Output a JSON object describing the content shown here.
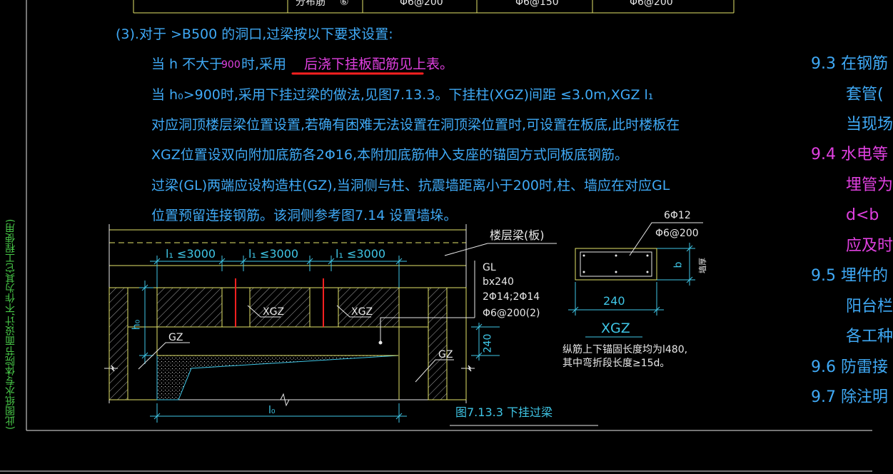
{
  "table_row": {
    "col1": "分布筋",
    "col2": "⑥",
    "col3": "Φ6@200",
    "col4": "Φ6@150",
    "col5": "Φ6@200"
  },
  "notes": {
    "item3_heading": "(3).对于  >B500 的洞口,过梁按以下要求设置:",
    "line1_a": "当 h 不大于",
    "line1_b": "900",
    "line1_c": "时,采用",
    "line1_highlight": "后浇下挂板配筋见上表。",
    "line2": "当 h₀>900时,采用下挂过梁的做法,见图7.13.3。下挂柱(XGZ)间距  ≤3.0m,XGZ  l₁",
    "line3": "对应洞顶楼层梁位置设置,若确有困难无法设置在洞顶梁位置时,可设置在板底,此时楼板在",
    "line4": "XGZ位置设双向附加底筋各2Φ16,本附加底筋伸入支座的锚固方式同板底钢筋。",
    "line5": "过梁(GL)两端应设构造柱(GZ),当洞侧与柱、抗震墙距离小于200时,柱、墙应在对应GL",
    "line6": "位置预留连接钢筋。该洞侧参考图7.14 设置墙垛。"
  },
  "right_notes": {
    "n93": "9.3  在钢筋",
    "n93a": "套管(",
    "n93b": "当现场",
    "n94": "9.4  水电等",
    "n94a": "埋管为",
    "n94b": "d<b",
    "n94c": "应及时",
    "n95": "9.5  埋件的",
    "n95a": "阳台栏",
    "n95b": "各工种",
    "n96": "9.6  防雷接",
    "n97": "9.7  除注明"
  },
  "side_note": "(此图纸水专体院节面设计,不作为其它工程使用)",
  "drawing": {
    "floor_beam_label": "楼层梁(板)",
    "span1": "l₁ ≤3000",
    "span2": "l₁ ≤3000",
    "span3": "l₁ ≤3000",
    "xgz1": "XGZ",
    "xgz2": "XGZ",
    "gz_left": "GZ",
    "gz_right": "GZ",
    "ho": "h₀",
    "lo": "l₀",
    "dim_240_v": "240",
    "gl_1": "GL",
    "gl_2": "bx240",
    "gl_3": "2Φ14;2Φ14",
    "gl_4": "Φ6@200(2)",
    "figure_caption": "图7.13.3  下挂过梁"
  },
  "section": {
    "top_bar": "6Φ12",
    "stirrup": "Φ6@200",
    "b_label": "b",
    "b_note": "墙厚",
    "width": "240",
    "title": "XGZ",
    "note1": "纵筋上下锚固长度均为l480,",
    "note2": "其中弯折段长度≥15d。"
  },
  "colors": {
    "background": "#000000",
    "cyan": "#3fa9f5",
    "magenta": "#e040e0",
    "yellow": "#e5e56a",
    "white": "#e8e8e8",
    "red": "#ff2020",
    "green": "#48c848"
  }
}
